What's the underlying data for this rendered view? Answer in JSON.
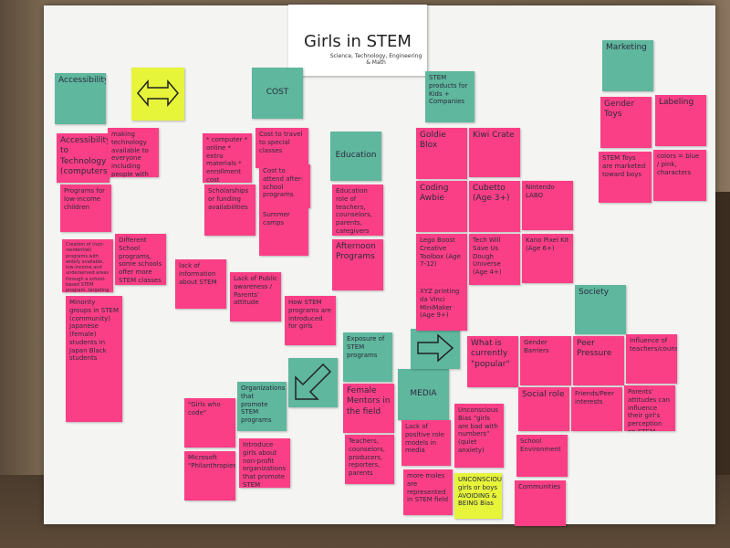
{
  "title": {
    "main": "Girls in STEM",
    "sub": "Science, Technology, Engineering & Math"
  },
  "headers": {
    "accessibility": "Accessibility",
    "cost": "COST",
    "education": "Education",
    "stem_products": "STEM products for Kids + Companies",
    "marketing": "Marketing",
    "society": "Society",
    "exposure": "Exposure of STEM programs",
    "media": "MEDIA",
    "organizations": "Organizations that promote STEM programs"
  },
  "notes": {
    "acc_tech": "Accessibility to Technology (computers)",
    "making_tech": "making technology available to everyone including people with disabilities",
    "programs_low_income": "Programs for low-income children",
    "creation_programs": "Creation of (non-residential) programs with widely available, low-income and underserved areas through a school-based STEM program, targeting those with few or no STEM resources",
    "different_school": "Different School programs, some schools offer more STEM classes than others",
    "minority": "Minority groups in STEM (community) Japanese (female) students in Japan Black students",
    "computer_online": "* computer * online * extra materials * enrollment cost",
    "cost_travel": "Cost to travel to special classes",
    "cost_attend": "Cost to attend after-school programs",
    "scholarships": "Scholarships or funding availabilities",
    "summer_camps": "Summer camps",
    "edu_role": "Education role of teachers, counselors, parents, caregivers",
    "afternoon": "Afternoon Programs",
    "goldie": "Goldie Blox",
    "kiwi": "Kiwi Crate",
    "coding": "Coding Awbie",
    "cubetto": "Cubetto (Age 3+)",
    "nintendo": "Nintendo LABO",
    "lego": "Lego Boost Creative Toolbox (Age 7-12)",
    "tech_will": "Tech Will Save Us Dough Universe (Age 4+)",
    "kano": "Kano Pixel Kit (Age 6+)",
    "xyz": "XYZ printing da Vinci MiniMaker (Age 9+)",
    "gender_toys": "Gender Toys",
    "labeling": "Labeling",
    "stem_toys": "STEM Toys are marketed toward boys",
    "colors": "colors = blue / pink, characters",
    "lack_info": "lack of information about STEM",
    "lack_public": "Lack of Public awareness / Parents' attitude",
    "how_stem": "How STEM programs are introduced for girls",
    "what_popular": "What is currently \"popular\"",
    "gender_barriers": "Gender Barriers",
    "peer_pressure": "Peer Pressure",
    "influence": "Influence of teachers/counselors",
    "social_role": "Social role",
    "friends_peer": "Friends/Peer interests",
    "parents_attitude": "Parents' attitudes can influence their girl's perception on STEM programs",
    "school_env": "School Environment",
    "communities": "Communities",
    "female_mentors": "Female Mentors in the field",
    "teachers": "Teachers, counselors, producers, reporters, parents",
    "lack_positive": "Lack of positive role models in media",
    "unconscious_bias": "Unconscious Bias \"girls are bad with numbers\" (quiet anxiety)",
    "more_males": "more males are represented in STEM field",
    "unconscious_girls": "UNCONSCIOUSLY girls or boys AVOIDING & BEING Bias",
    "girls_who_code": "\"Girls who code\"",
    "microsoft": "Microsoft \"Philanthropies\"",
    "introduce_girls": "Introduce girls about non-profit organizations that promote STEM programs like coding"
  },
  "colors": {
    "pink": "#fb3f86",
    "teal": "#5fb79e",
    "yellow": "#e6f43a",
    "board": "#f4f4f2"
  },
  "icons": [
    "double-arrow-icon",
    "diagonal-arrow-icon",
    "right-arrow-icon"
  ]
}
